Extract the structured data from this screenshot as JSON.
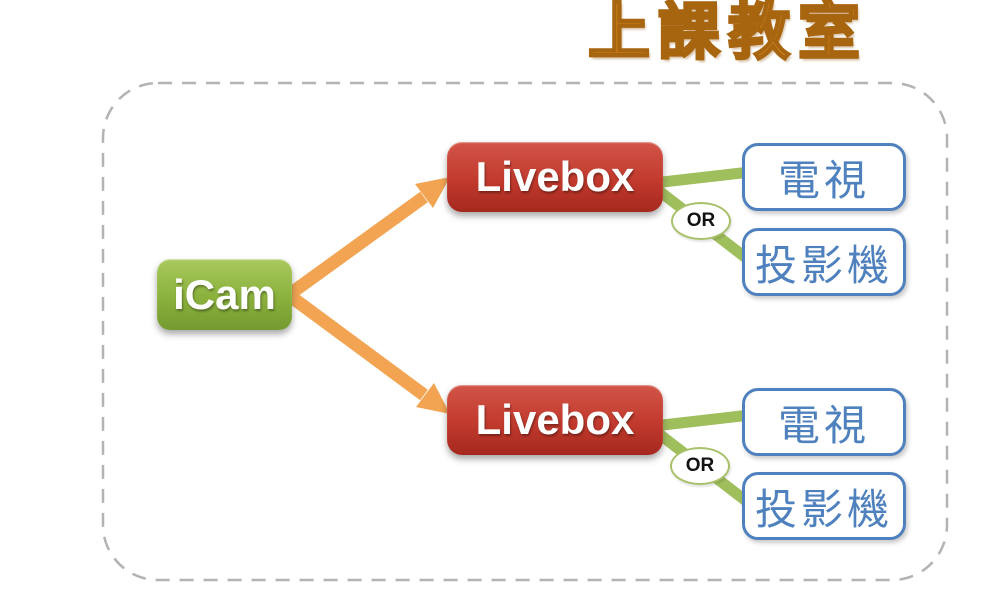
{
  "title": "上課教室",
  "colors": {
    "title_orange": "#F39B27",
    "title_outline": "#A8650F",
    "source_green": "#8AB13C",
    "hub_red": "#C13A2D",
    "arrow_orange": "#F2A452",
    "connector_green": "#9FBE5C",
    "output_blue": "#4E81BD",
    "or_border_green": "#A9C16A",
    "boundary_gray": "#B3B3B3"
  },
  "diagram": {
    "source": {
      "label": "iCam"
    },
    "clusters": [
      {
        "hub": {
          "label": "Livebox"
        },
        "or_label": "OR",
        "outputs": [
          {
            "label": "電視"
          },
          {
            "label": "投影機"
          }
        ]
      },
      {
        "hub": {
          "label": "Livebox"
        },
        "or_label": "OR",
        "outputs": [
          {
            "label": "電視"
          },
          {
            "label": "投影機"
          }
        ]
      }
    ]
  }
}
